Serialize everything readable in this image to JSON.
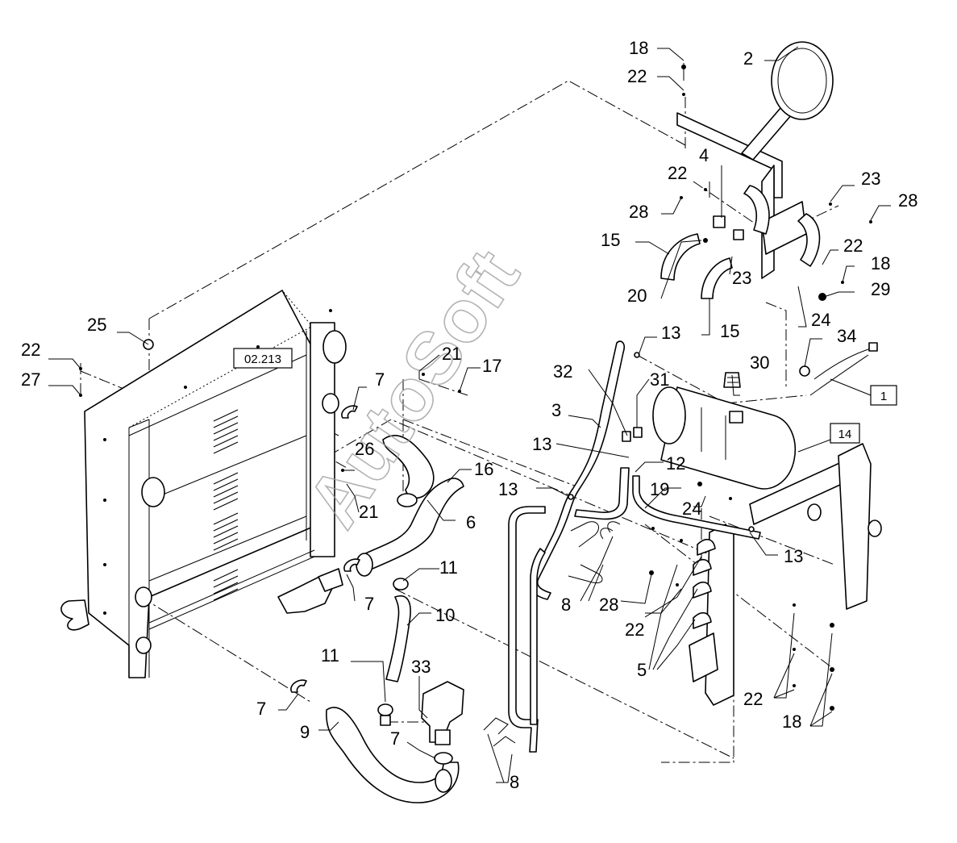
{
  "ref_box_02213": "02.213",
  "box_1": "1",
  "box_14": "14",
  "watermark": "AutoSoft",
  "labels": {
    "n18_top": "18",
    "n22_top": "22",
    "n2": "2",
    "n4": "4",
    "n22_b": "22",
    "n23_a": "23",
    "n28_a": "28",
    "n28_b": "28",
    "n15_a": "15",
    "n22_c": "22",
    "n18_b": "18",
    "n20": "20",
    "n23_b": "23",
    "n29": "29",
    "n15_b": "15",
    "n24_a": "24",
    "n34": "34",
    "n25": "25",
    "n13_a": "13",
    "n30": "30",
    "n22_d": "22",
    "n27": "27",
    "n21_a": "21",
    "n17": "17",
    "n31": "31",
    "n32": "32",
    "n7_a": "7",
    "n3": "3",
    "n13_b": "13",
    "n12": "12",
    "n26": "26",
    "n16": "16",
    "n19": "19",
    "n13_c": "13",
    "n24_b": "24",
    "n21_b": "21",
    "n6": "6",
    "n13_d": "13",
    "n11_a": "11",
    "n8_a": "8",
    "n28_c": "28",
    "n7_b": "7",
    "n10": "10",
    "n22_e": "22",
    "n5": "5",
    "n11_b": "11",
    "n33": "33",
    "n22_f": "22",
    "n7_c": "7",
    "n18_c": "18",
    "n9": "9",
    "n7_d": "7",
    "n8_b": "8"
  }
}
